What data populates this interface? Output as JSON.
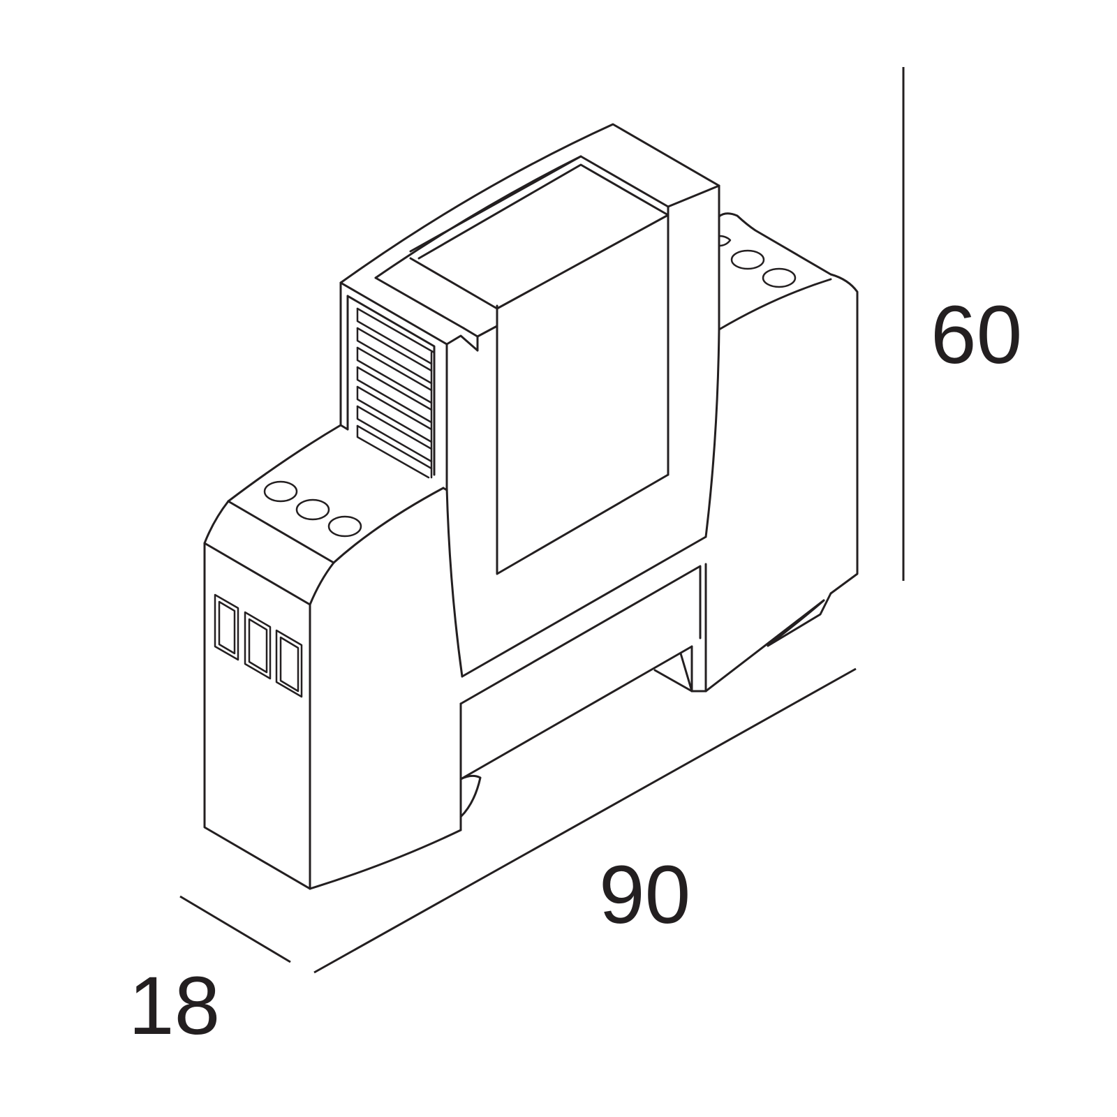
{
  "dimensions": {
    "height": {
      "value": "60"
    },
    "length": {
      "value": "90"
    },
    "depth": {
      "value": "18"
    }
  },
  "colors": {
    "line": "#231f20",
    "background": "#ffffff"
  }
}
